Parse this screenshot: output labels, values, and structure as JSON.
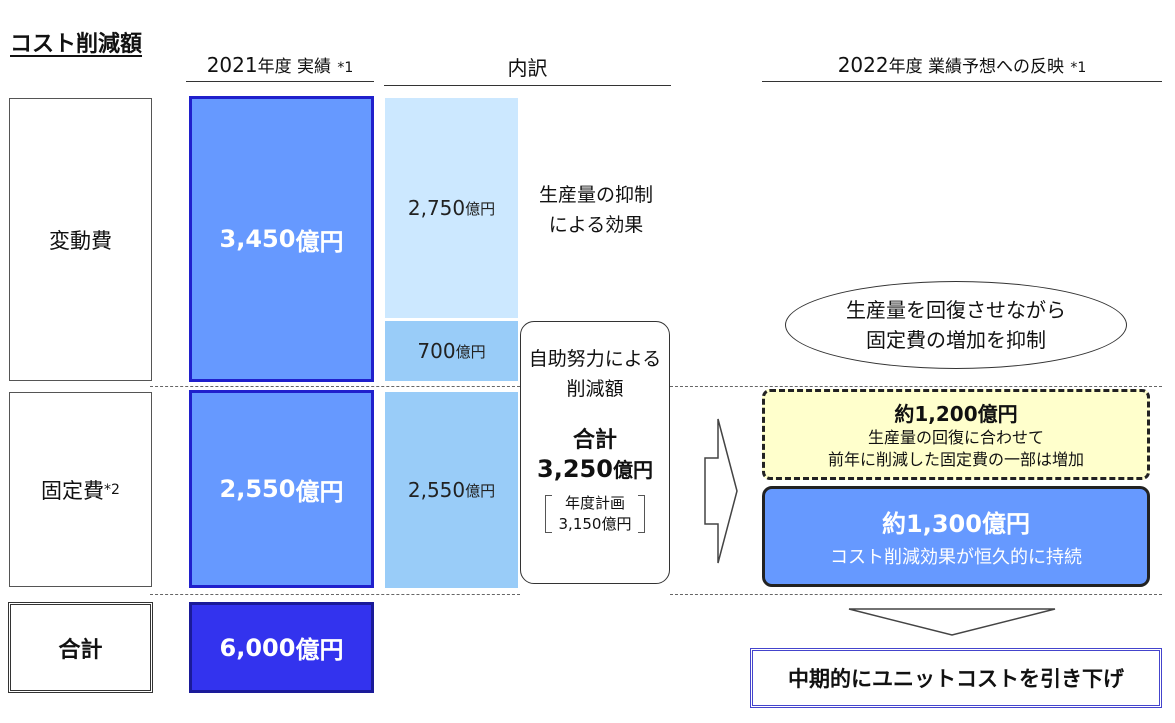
{
  "title": "コスト削減額",
  "headers": {
    "actual_year": "2021",
    "actual_label": "年度 実績",
    "actual_note": "*1",
    "breakdown": "内訳",
    "forecast_year": "2022",
    "forecast_label": "年度 業績予想への反映",
    "forecast_note": "*1"
  },
  "rows": {
    "variable": {
      "label": "変動費",
      "value": "3,450",
      "unit": "億円"
    },
    "fixed": {
      "label": "固定費",
      "note": "*2",
      "value": "2,550",
      "unit": "億円"
    },
    "total": {
      "label": "合計",
      "value": "6,000",
      "unit": "億円"
    }
  },
  "breakdown": {
    "production_effect": {
      "value": "2,750",
      "unit": "億円",
      "text_line1": "生産量の抑制",
      "text_line2": "による効果"
    },
    "variable_selfhelp": {
      "value": "700",
      "unit": "億円"
    },
    "fixed_selfhelp": {
      "value": "2,550",
      "unit": "億円"
    }
  },
  "selfhelp": {
    "label_line1": "自助努力による",
    "label_line2": "削減額",
    "total_label": "合計",
    "total_value": "3,250",
    "total_unit": "億円",
    "plan_line1": "年度計画",
    "plan_line2": "3,150億円"
  },
  "forecast": {
    "ellipse_line1": "生産量を回復させながら",
    "ellipse_line2": "固定費の増加を抑制",
    "increase": {
      "value": "約1,200億円",
      "line1": "生産量の回復に合わせて",
      "line2": "前年に削減した固定費の一部は増加"
    },
    "permanent": {
      "value": "約1,300億円",
      "line1": "コスト削減効果が恒久的に持続"
    },
    "result": "中期的にユニットコストを引き下げ"
  },
  "colors": {
    "bar_light": "#6699ff",
    "bar_dark": "#3333ee",
    "breakdown_pale": "#cce8ff",
    "breakdown_mid": "#99ccf8",
    "highlight_yellow": "#ffffcc"
  }
}
